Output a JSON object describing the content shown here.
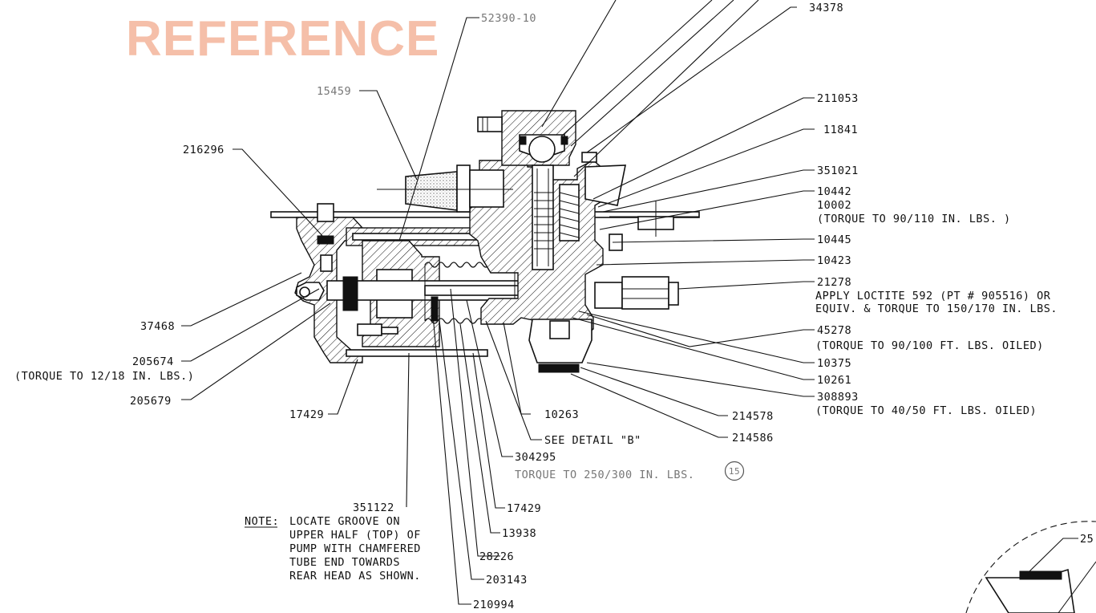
{
  "watermark": "REFERENCE",
  "callouts": {
    "c52390": "52390-10",
    "c34378": "34378",
    "c15459": "15459",
    "c216296": "216296",
    "c211053": "211053",
    "c11841": "11841",
    "c351021": "351021",
    "c10442": "10442",
    "c10002": "10002",
    "c10002_note": "(TORQUE TO 90/110 IN. LBS. )",
    "c10445": "10445",
    "c10423": "10423",
    "c21278": "21278",
    "c21278_note1": "APPLY LOCTITE  592 (PT # 905516) OR",
    "c21278_note2": "EQUIV. & TORQUE TO 150/170 IN. LBS.",
    "c37468": "37468",
    "c45278": "45278",
    "c45278_note": "(TORQUE TO 90/100 FT. LBS. OILED)",
    "c205674": "205674",
    "c205674_note": "(TORQUE TO 12/18 IN. LBS.)",
    "c10375": "10375",
    "c10261": "10261",
    "c205679": "205679",
    "c308893": "308893",
    "c308893_note": "(TORQUE TO 40/50 FT. LBS. OILED)",
    "c17429a": "17429",
    "c10263": "10263",
    "c214578": "214578",
    "c214586": "214586",
    "c_detail": "SEE DETAIL \"B\"",
    "c304295": "304295",
    "c304295_note": "TORQUE TO 250/300 IN. LBS.",
    "c_circle": "15",
    "c351122": "351122",
    "c17429b": "17429",
    "c13938": "13938",
    "c28226": "28226",
    "c203143": "203143",
    "c210994": "210994",
    "c25": "25"
  },
  "note": {
    "label": "NOTE:",
    "line1": "LOCATE GROOVE ON",
    "line2": "UPPER HALF (TOP) OF",
    "line3": "PUMP WITH CHAMFERED",
    "line4": "TUBE END TOWARDS",
    "line5": "REAR HEAD AS SHOWN."
  }
}
